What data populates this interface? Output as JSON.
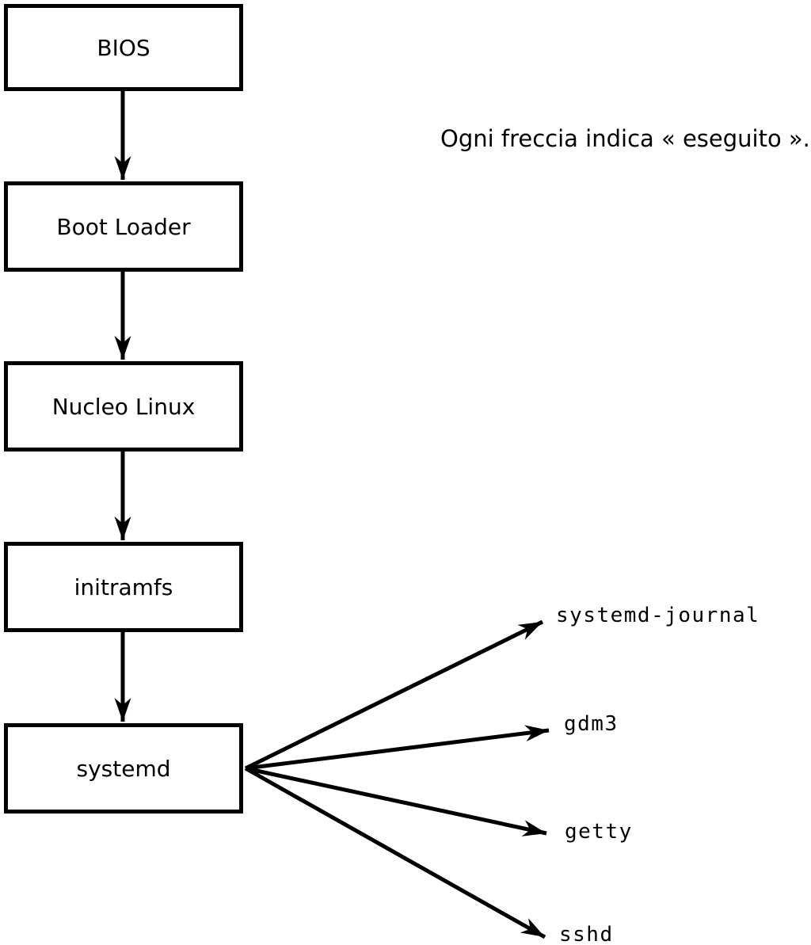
{
  "diagram": {
    "caption": "Ogni freccia indica « eseguito ».",
    "colors": {
      "line": "#000000",
      "box_fill": "#ffffff",
      "text": "#000000",
      "background": "#ffffff"
    },
    "chain": [
      {
        "id": "bios",
        "label": "BIOS"
      },
      {
        "id": "boot-loader",
        "label": "Boot Loader"
      },
      {
        "id": "nucleo-linux",
        "label": "Nucleo Linux"
      },
      {
        "id": "initramfs",
        "label": "initramfs"
      },
      {
        "id": "systemd",
        "label": "systemd"
      }
    ],
    "services": [
      {
        "id": "systemd-journal",
        "label": "systemd-journal"
      },
      {
        "id": "gdm3",
        "label": "gdm3"
      },
      {
        "id": "getty",
        "label": "getty"
      },
      {
        "id": "sshd",
        "label": "sshd"
      }
    ]
  }
}
